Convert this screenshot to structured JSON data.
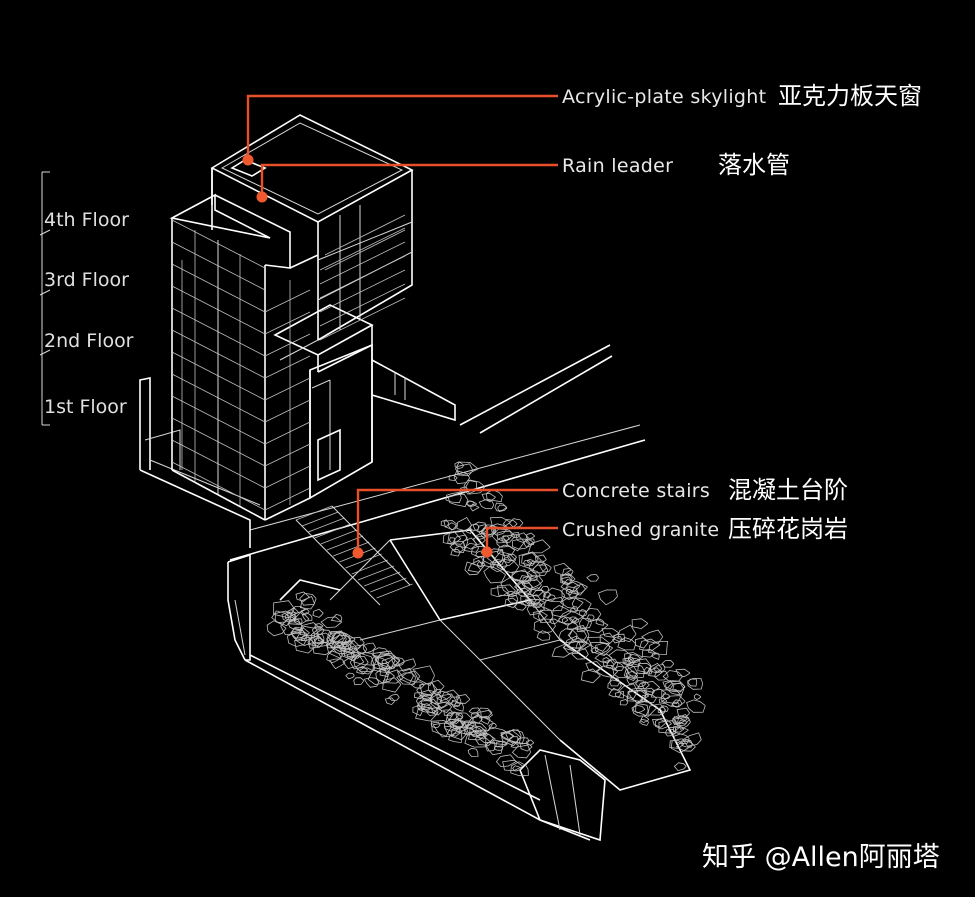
{
  "labels": [
    {
      "en": "Acrylic-plate skylight",
      "zh": "亚克力板天窗"
    },
    {
      "en": "Rain leader",
      "zh": "落水管"
    },
    {
      "en": "Concrete stairs",
      "zh": "混凝土台阶"
    },
    {
      "en": "Crushed granite",
      "zh": "压碎花岗岩"
    }
  ],
  "floors": [
    "4th Floor",
    "3rd Floor",
    "2nd Floor",
    "1st Floor"
  ],
  "watermark": "知乎 @Allen阿丽塔",
  "colors": {
    "background": "#000000",
    "linework": "#ffffff",
    "leader": "#e8502a"
  }
}
